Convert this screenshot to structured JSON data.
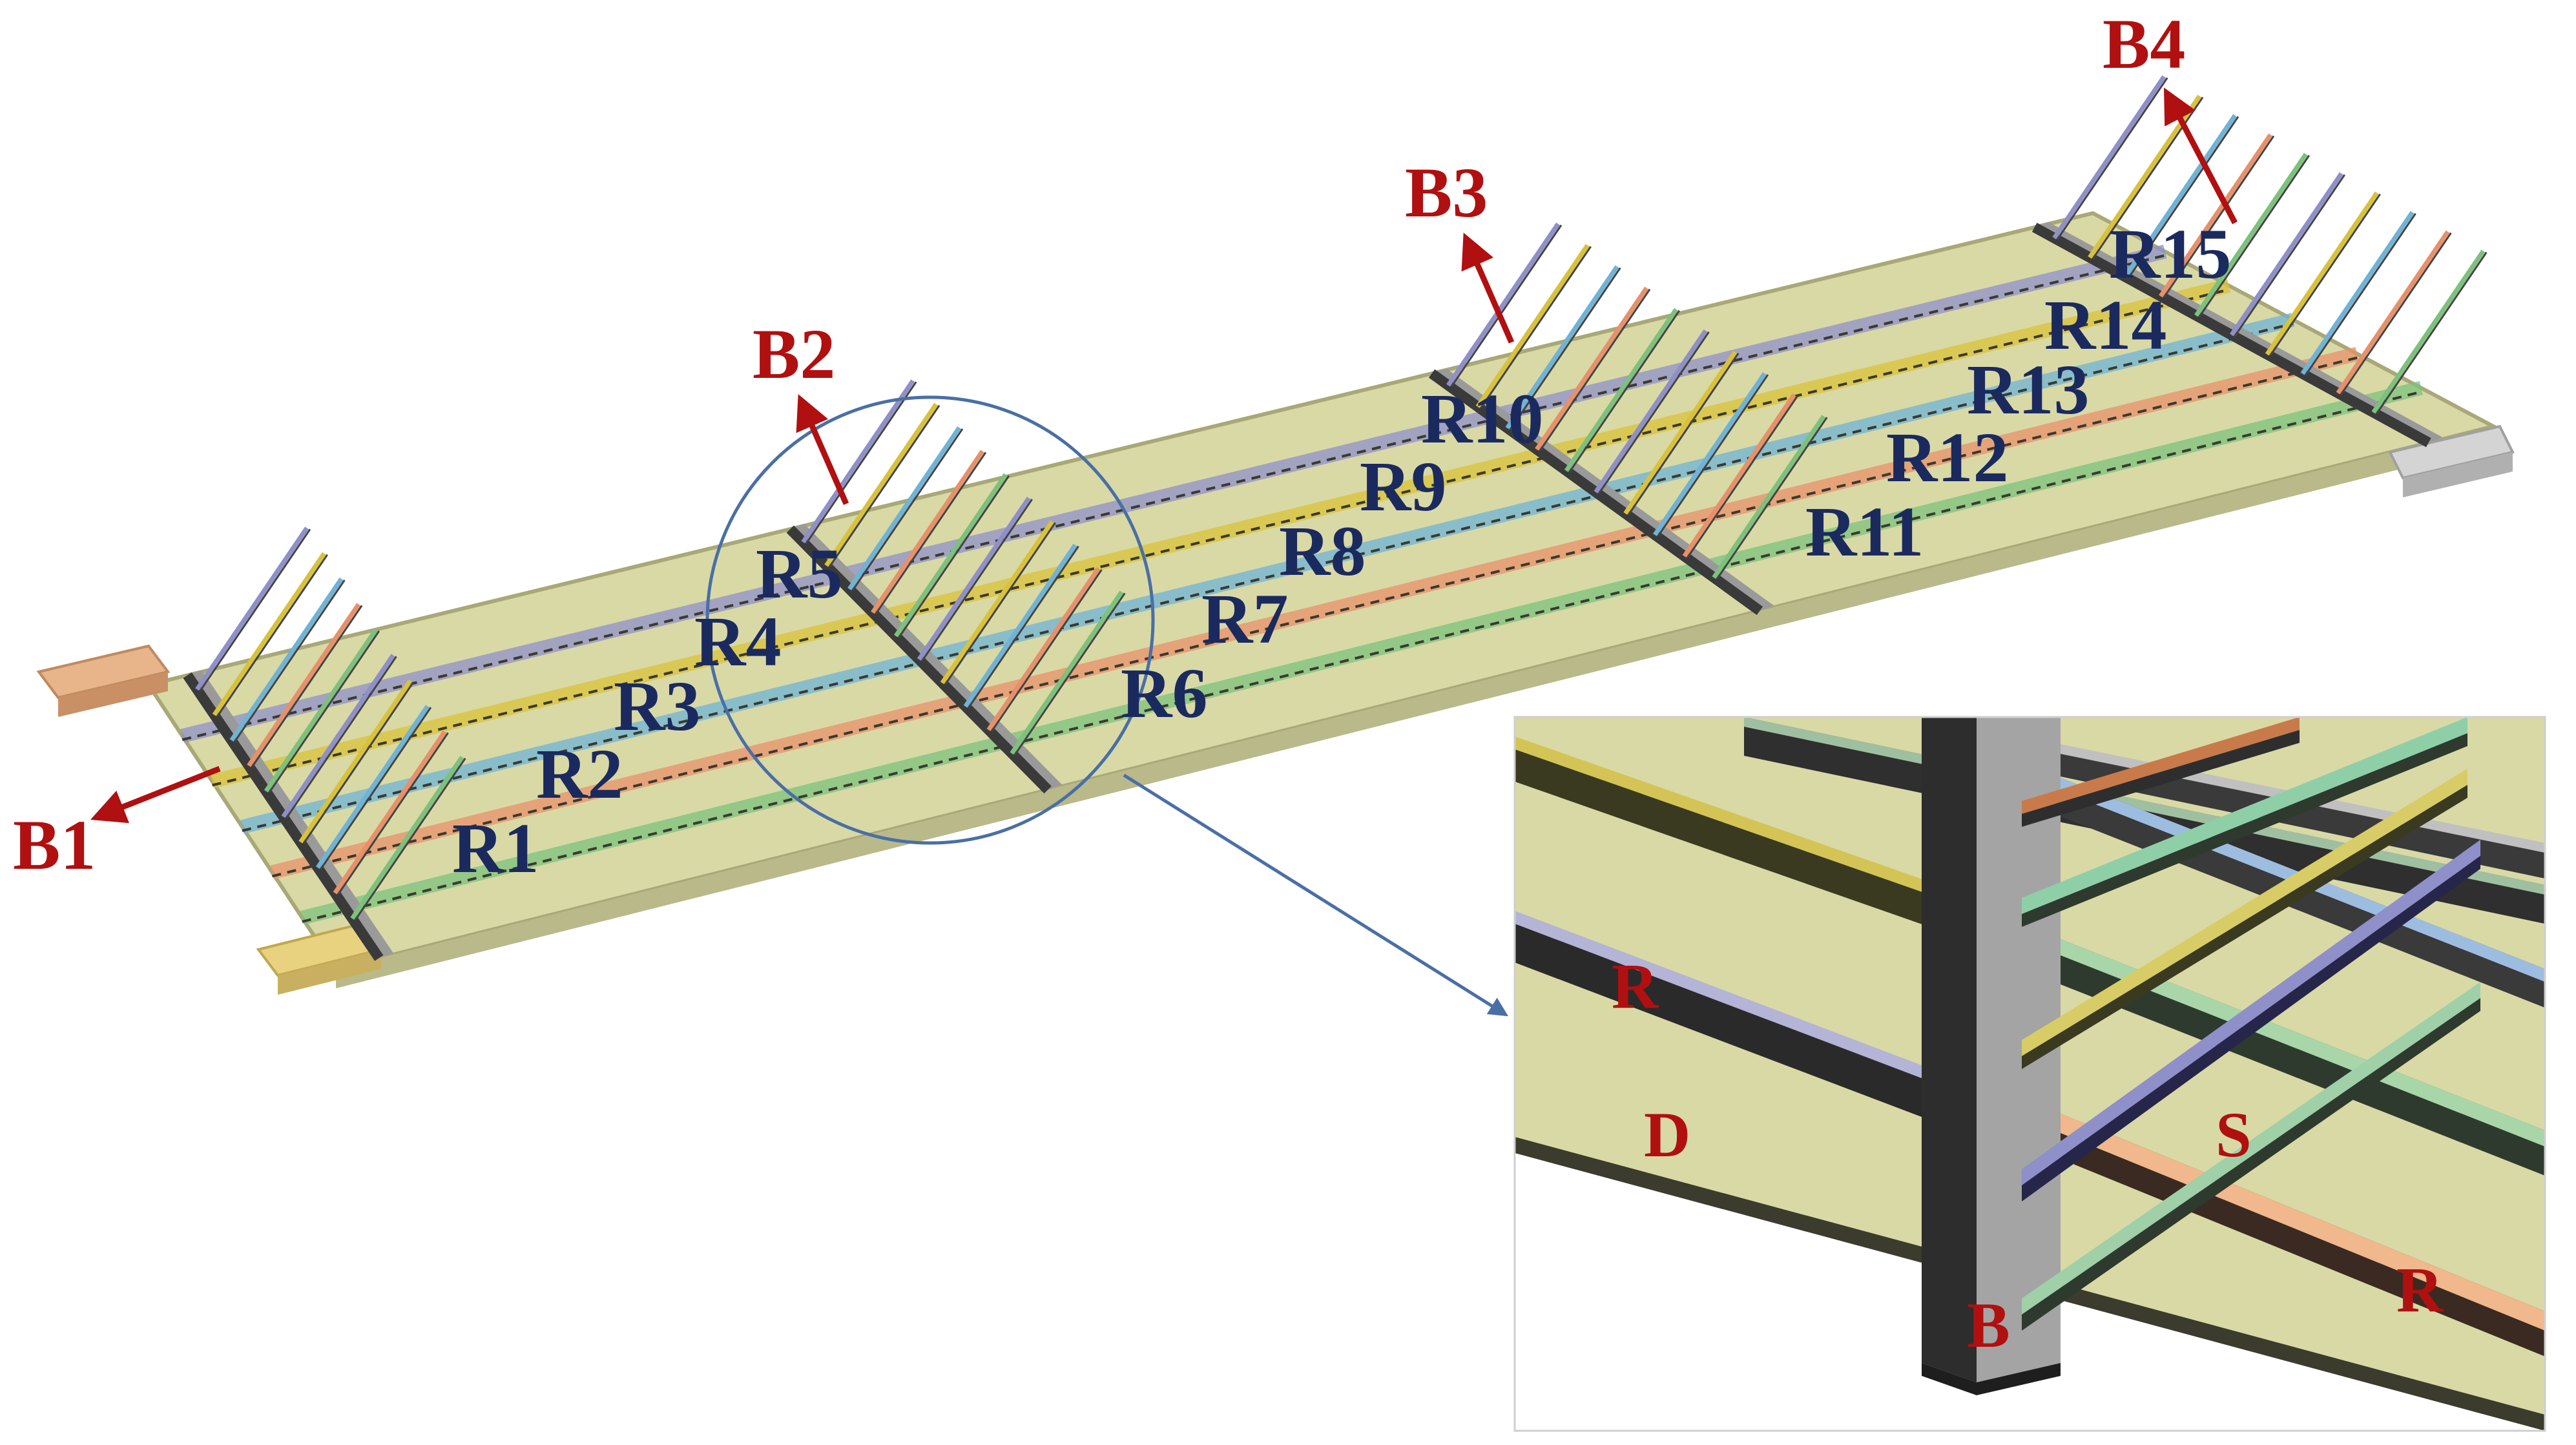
{
  "figure": {
    "beam_labels": [
      "B1",
      "B2",
      "B3",
      "B4"
    ],
    "rib_labels": [
      "R1",
      "R2",
      "R3",
      "R4",
      "R5",
      "R6",
      "R7",
      "R8",
      "R9",
      "R10",
      "R11",
      "R12",
      "R13",
      "R14",
      "R15"
    ],
    "detail_labels": {
      "rib_top": "R",
      "deck": "D",
      "stiffener": "S",
      "beam": "B",
      "rib_bottom": "R"
    }
  },
  "colors": {
    "deck": "#d9d9a6",
    "deck_edge": "#b9b98a",
    "rib_colors": [
      "#8f8fc9",
      "#d9c23a",
      "#6fb3d6",
      "#e8906a",
      "#7cc27c"
    ],
    "beam_dark": "#3a3a3a",
    "beam_light": "#9a9a9a",
    "label_blue": "#1b2a5e",
    "label_red": "#b01010",
    "callout": "#4a6fa5"
  }
}
